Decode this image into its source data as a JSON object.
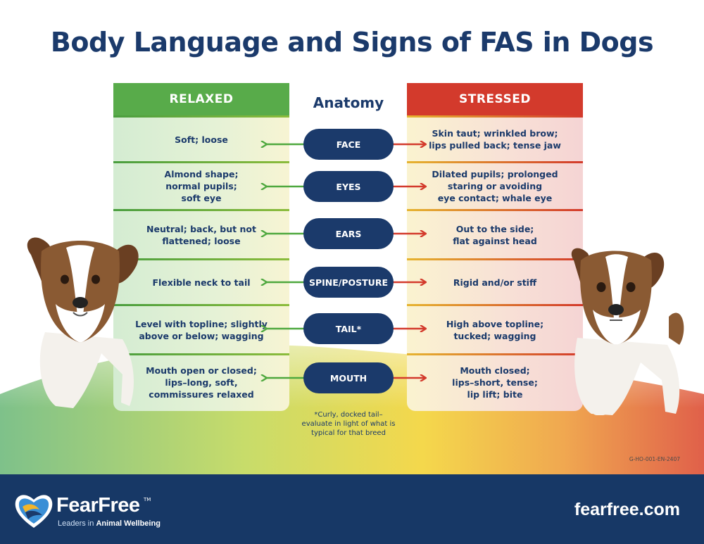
{
  "title": "Body Language and Signs of FAS in Dogs",
  "columns": {
    "relaxed": "RELAXED",
    "anatomy": "Anatomy",
    "stressed": "STRESSED"
  },
  "rows": [
    {
      "anatomy": "FACE",
      "relaxed": [
        "Soft; loose"
      ],
      "stressed": [
        "Skin taut; wrinkled brow;",
        "lips pulled back; tense jaw"
      ]
    },
    {
      "anatomy": "EYES",
      "relaxed": [
        "Almond shape;",
        "normal pupils;",
        "soft eye"
      ],
      "stressed": [
        "Dilated pupils; prolonged",
        "staring or avoiding",
        "eye contact; whale eye"
      ]
    },
    {
      "anatomy": "EARS",
      "relaxed": [
        "Neutral; back, but not",
        "flattened; loose"
      ],
      "stressed": [
        "Out to the side;",
        "flat against head"
      ]
    },
    {
      "anatomy": "SPINE/POSTURE",
      "relaxed": [
        "Flexible neck to tail"
      ],
      "stressed": [
        "Rigid and/or stiff"
      ]
    },
    {
      "anatomy": "TAIL*",
      "relaxed": [
        "Level with topline; slightly",
        "above or below; wagging"
      ],
      "stressed": [
        "High above topline;",
        "tucked; wagging"
      ]
    },
    {
      "anatomy": "MOUTH",
      "relaxed": [
        "Mouth open or closed;",
        "lips–long, soft,",
        "commissures relaxed"
      ],
      "stressed": [
        "Mouth closed;",
        "lips–short, tense;",
        "lip lift; bite"
      ]
    }
  ],
  "footnote": [
    "*Curly, docked tail–",
    "evaluate in light of what is",
    "typical for that breed"
  ],
  "doc_code": "G-HO-001-EN-2407",
  "footer": {
    "brand": "FearFree",
    "trademark": "TM",
    "tagline_prefix": "Leaders in ",
    "tagline_bold": "Animal Wellbeing",
    "website": "fearfree.com"
  },
  "colors": {
    "navy": "#1b3a6b",
    "relaxed_green": "#58ab4a",
    "stressed_red": "#d33a2c",
    "footer_blue": "#173866"
  },
  "icons": [
    "fear-free-heart-logo-icon",
    "arrow-left-icon",
    "arrow-right-icon",
    "dog-illustration"
  ]
}
